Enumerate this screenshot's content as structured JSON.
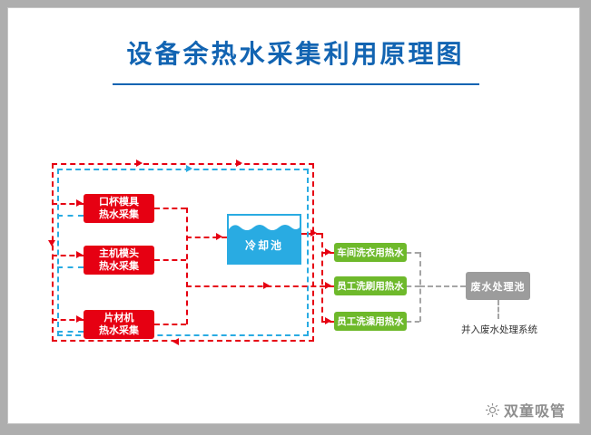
{
  "page": {
    "title": "设备余热水采集利用原理图",
    "logo_text": "双童吸管"
  },
  "diagram": {
    "sources": [
      {
        "line1": "口杯模具",
        "line2": "热水采集"
      },
      {
        "line1": "主机模头",
        "line2": "热水采集"
      },
      {
        "line1": "片材机",
        "line2": "热水采集"
      }
    ],
    "pool": {
      "label": "冷却池"
    },
    "uses": [
      {
        "label": "车间洗衣用热水"
      },
      {
        "label": "员工洗刷用热水"
      },
      {
        "label": "员工洗澡用热水"
      }
    ],
    "treatment": {
      "label": "废水处理池"
    },
    "treatment_note": "并入废水处理系统",
    "colors": {
      "title": "#1264b2",
      "hot_line": "#e60012",
      "cold_line": "#29abe2",
      "source_box": "#e60012",
      "pool_box": "#29abe2",
      "use_box": "#6eb92b",
      "treatment_box": "#9c9c9c",
      "neutral_line": "#a5a5a5"
    }
  }
}
